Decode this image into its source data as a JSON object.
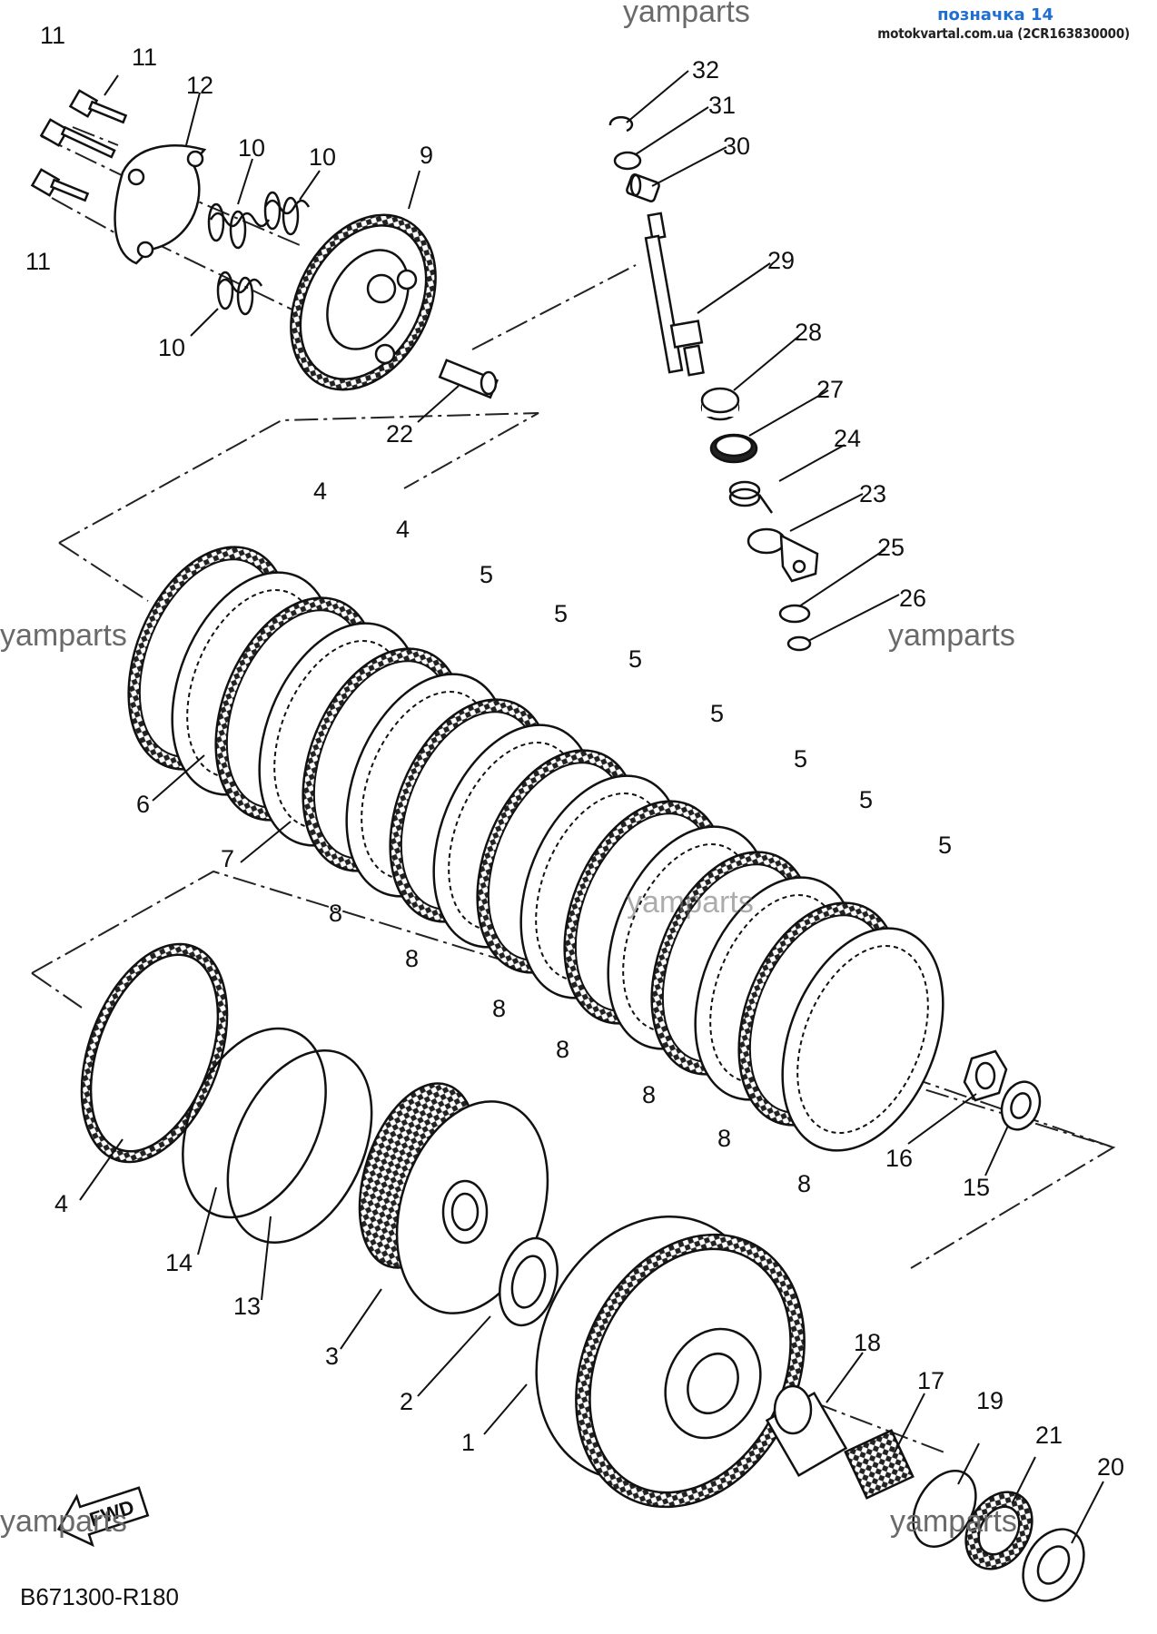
{
  "header": {
    "badge": "позначка 14",
    "source": "motokvartal.com.ua (2CR163830000)"
  },
  "watermark": "yamparts",
  "diagram_code": "B671300-R180",
  "fwd_label": "FWD",
  "labels": {
    "p1": "1",
    "p2": "2",
    "p3": "3",
    "p4": "4",
    "p5": "5",
    "p6": "6",
    "p7": "7",
    "p8": "8",
    "p9": "9",
    "p10": "10",
    "p11": "11",
    "p12": "12",
    "p13": "13",
    "p14": "14",
    "p15": "15",
    "p16": "16",
    "p17": "17",
    "p18": "18",
    "p19": "19",
    "p20": "20",
    "p21": "21",
    "p22": "22",
    "p23": "23",
    "p24": "24",
    "p25": "25",
    "p26": "26",
    "p27": "27",
    "p28": "28",
    "p29": "29",
    "p30": "30",
    "p31": "31",
    "p32": "32"
  }
}
